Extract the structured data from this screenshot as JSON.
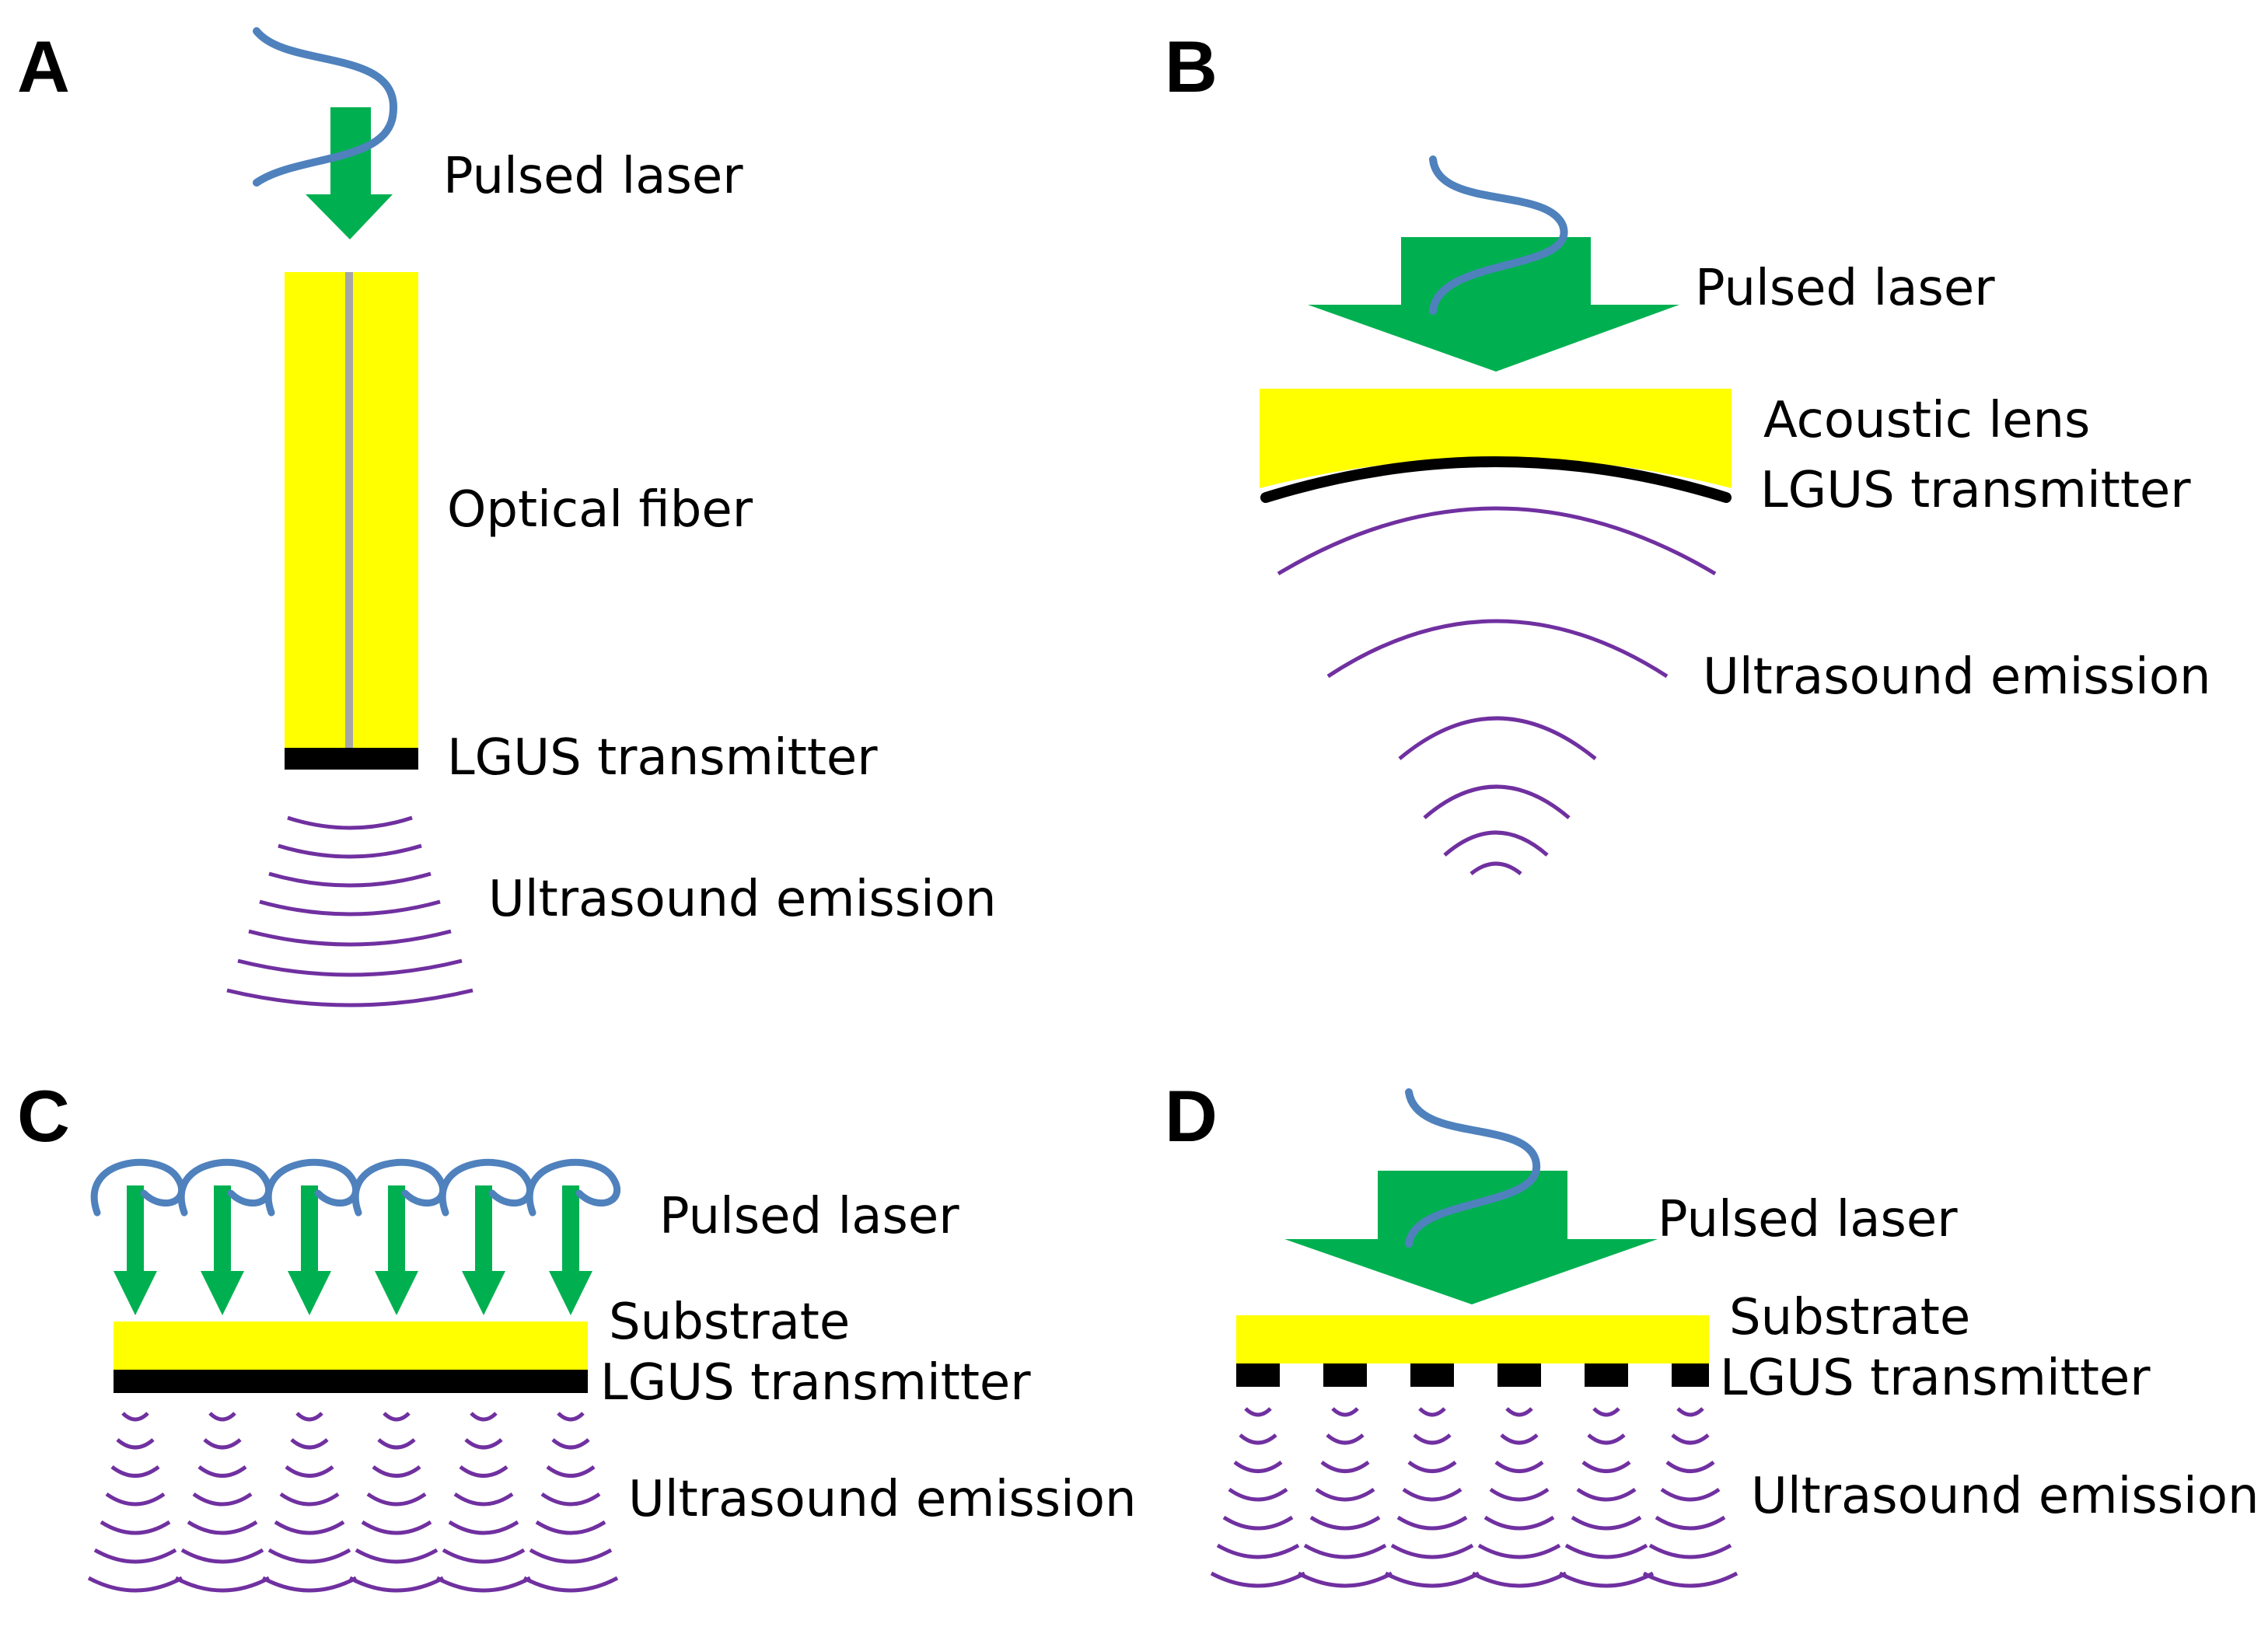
{
  "colors": {
    "laser_beam": "#00b050",
    "fiber_wave": "#4f81bd",
    "substrate": "#ffff00",
    "transmitter": "#000000",
    "ultrasound": "#7030a0",
    "fiber_core": "#a6a6a6"
  },
  "panels": {
    "A": {
      "letter": "A",
      "pulsed_laser": "Pulsed laser",
      "optical_fiber": "Optical fiber",
      "transmitter": "LGUS transmitter",
      "emission": "Ultrasound emission"
    },
    "B": {
      "letter": "B",
      "pulsed_laser": "Pulsed laser",
      "acoustic_lens": "Acoustic lens",
      "transmitter": "LGUS transmitter",
      "emission": "Ultrasound emission"
    },
    "C": {
      "letter": "C",
      "pulsed_laser": "Pulsed laser",
      "substrate": "Substrate",
      "transmitter": "LGUS transmitter",
      "emission": "Ultrasound emission"
    },
    "D": {
      "letter": "D",
      "pulsed_laser": "Pulsed laser",
      "substrate": "Substrate",
      "transmitter": "LGUS transmitter",
      "emission": "Ultrasound emission"
    }
  }
}
